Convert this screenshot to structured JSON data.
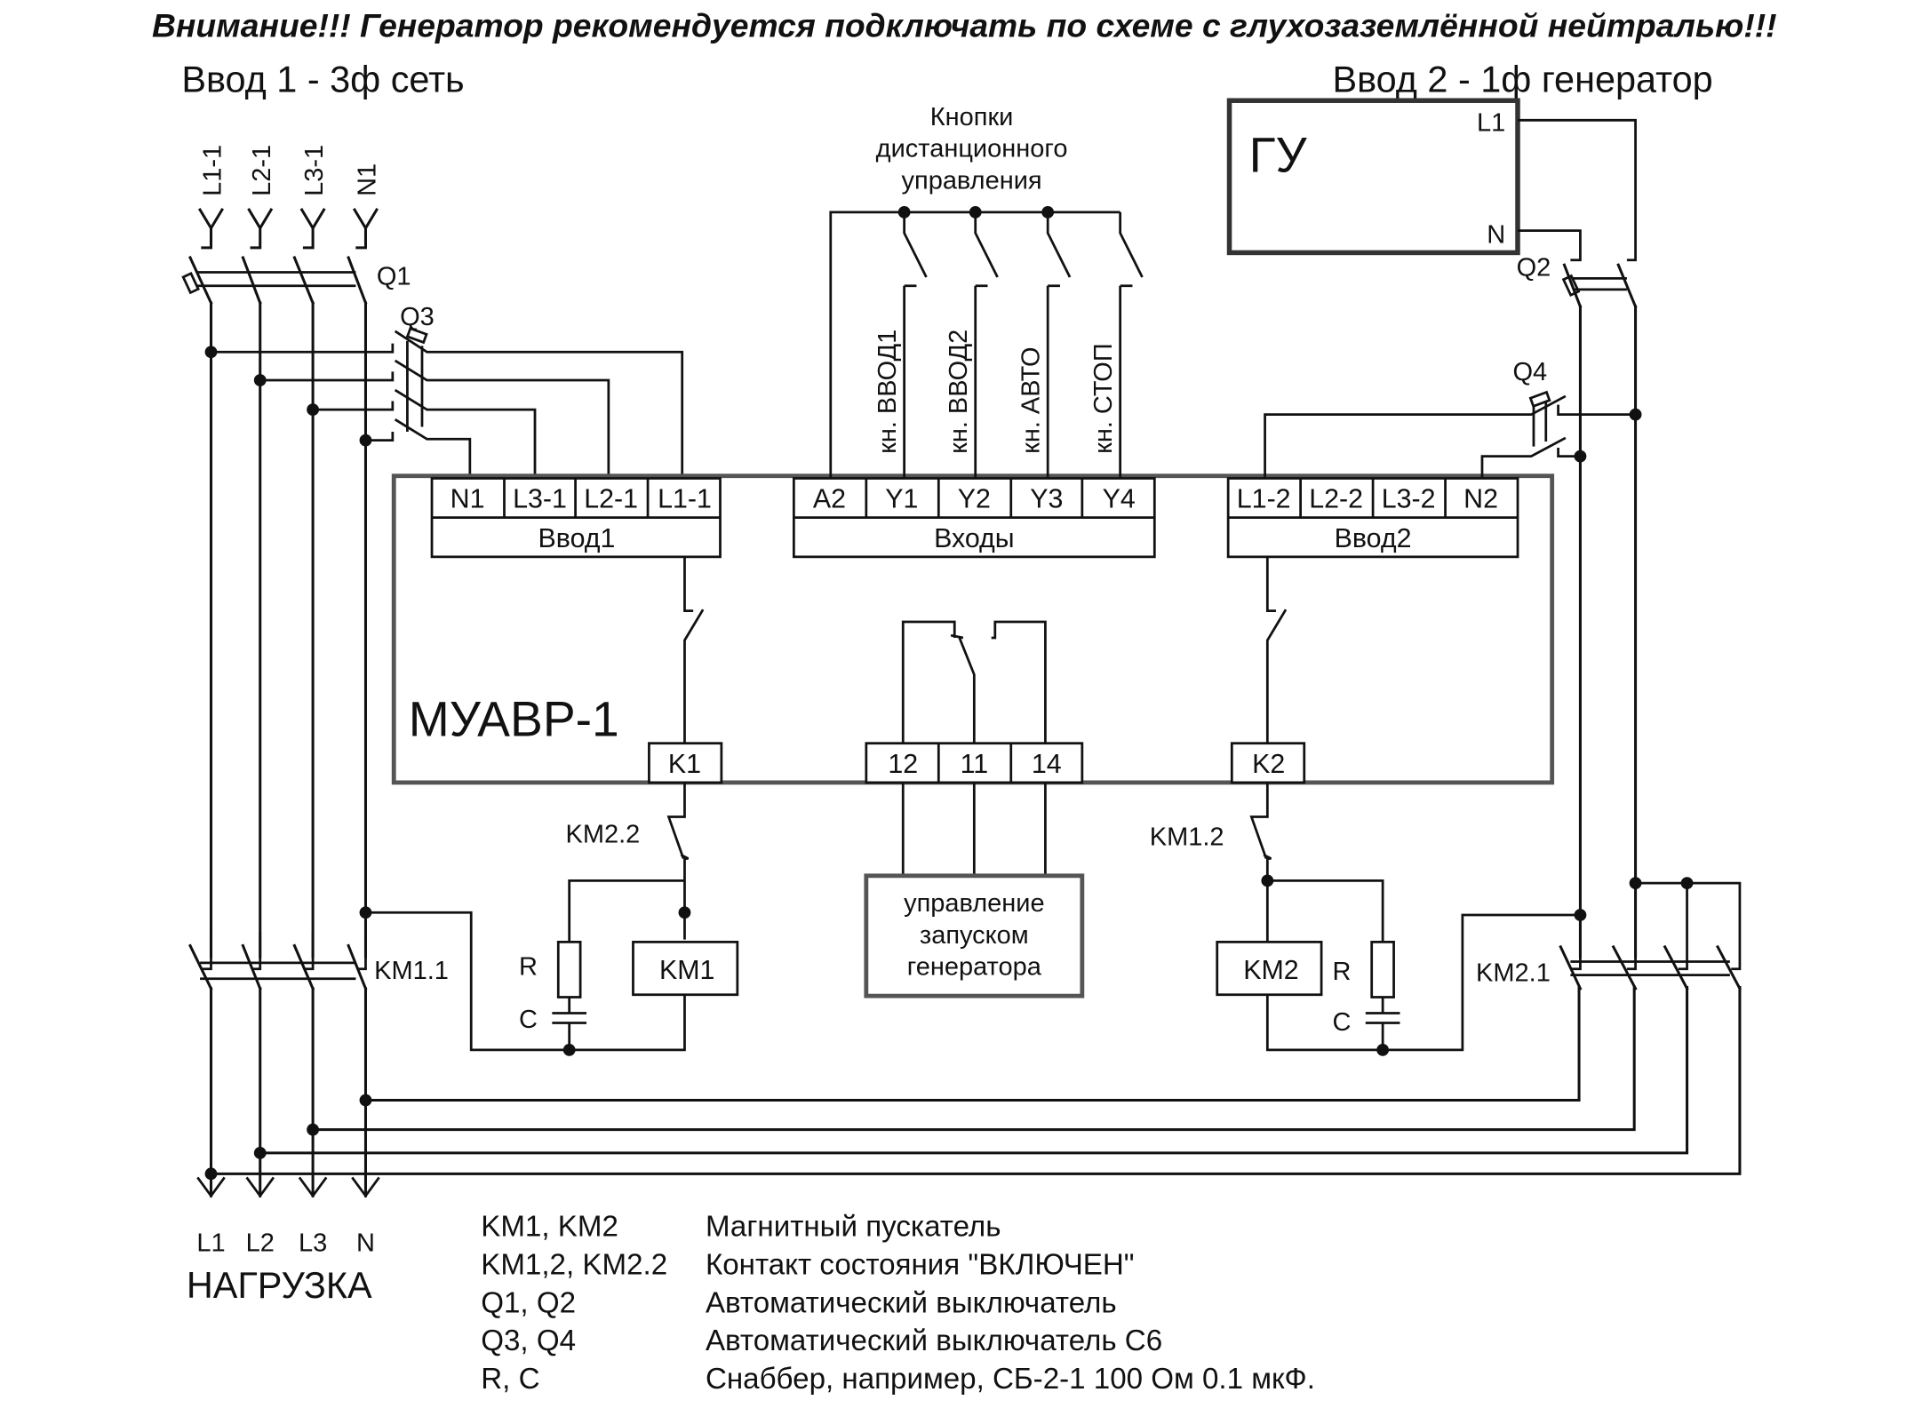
{
  "header": {
    "warning": "Внимание!!! Генератор рекомендуется подключать по схеме с глухозаземлённой нейтралью!!!",
    "input1_title": "Ввод 1 - 3ф сеть",
    "input2_title": "Ввод 2 - 1ф генератор"
  },
  "input1": {
    "lines": [
      "L1-1",
      "L2-1",
      "L3-1",
      "N1"
    ],
    "breaker_main": "Q1",
    "breaker_aux": "Q3"
  },
  "generator": {
    "name": "ГУ",
    "terminal_l": "L1",
    "terminal_n": "N",
    "breaker_main": "Q2",
    "breaker_aux": "Q4"
  },
  "buttons": {
    "title_lines": [
      "Кнопки",
      "дистанционного",
      "управления"
    ],
    "items": [
      "кн. ВВОД1",
      "кн. ВВОД2",
      "кн. АВТО",
      "кн. СТОП"
    ]
  },
  "device": {
    "name": "МУАВР-1",
    "block_input1": {
      "title": "Ввод1",
      "terminals": [
        "N1",
        "L3-1",
        "L2-1",
        "L1-1"
      ]
    },
    "block_inputs": {
      "title": "Входы",
      "terminals": [
        "A2",
        "Y1",
        "Y2",
        "Y3",
        "Y4"
      ]
    },
    "block_input2": {
      "title": "Ввод2",
      "terminals": [
        "L1-2",
        "L2-2",
        "L3-2",
        "N2"
      ]
    },
    "relay1": "K1",
    "relay2": "K2",
    "gen_relay_terminals": [
      "12",
      "11",
      "14"
    ]
  },
  "gen_control": {
    "lines": [
      "управление",
      "запуском",
      "генератора"
    ]
  },
  "contactors": {
    "km1_coil": "KM1",
    "km2_coil": "KM2",
    "km1_main": "KM1.1",
    "km2_main": "KM2.1",
    "km1_aux": "KM1.2",
    "km2_aux": "KM2.2",
    "snubber_r": "R",
    "snubber_c": "C"
  },
  "load": {
    "lines": [
      "L1",
      "L2",
      "L3",
      "N"
    ],
    "title": "НАГРУЗКА"
  },
  "legend": [
    {
      "key": "KM1, KM2",
      "desc": "Магнитный пускатель"
    },
    {
      "key": "KM1,2, KM2.2",
      "desc": "Контакт состояния \"ВКЛЮЧЕН\""
    },
    {
      "key": "Q1, Q2",
      "desc": "Автоматический выключатель"
    },
    {
      "key": "Q3, Q4",
      "desc": "Автоматический выключатель С6"
    },
    {
      "key": "R, C",
      "desc": "Снаббер, например, СБ-2-1 100 Ом 0.1 мкФ."
    }
  ]
}
